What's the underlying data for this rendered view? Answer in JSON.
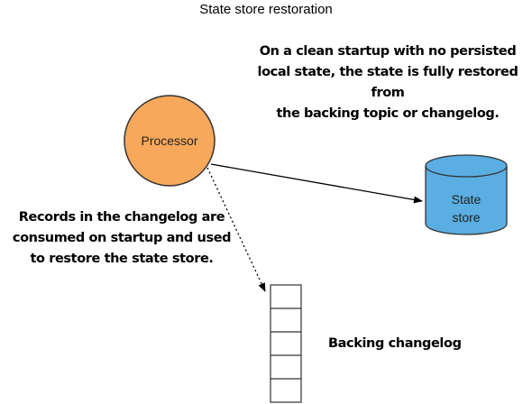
{
  "title": "State store restoration",
  "nodes": {
    "processor": {
      "label": "Processor"
    },
    "state_store": {
      "label_line1": "State",
      "label_line2": "store"
    },
    "backing_changelog": {
      "label": "Backing changelog",
      "slots": 5
    }
  },
  "annotations": {
    "top": "On a clean startup with no persisted\nlocal state, the state is fully restored from\nthe backing topic or changelog.",
    "left": "Records in the changelog are\nconsumed on startup and used\nto restore the state store."
  },
  "colors": {
    "processor_fill": "#f7a85a",
    "processor_stroke": "#333333",
    "store_fill": "#5aaee2",
    "store_stroke": "#333333",
    "arrow": "#000000"
  }
}
